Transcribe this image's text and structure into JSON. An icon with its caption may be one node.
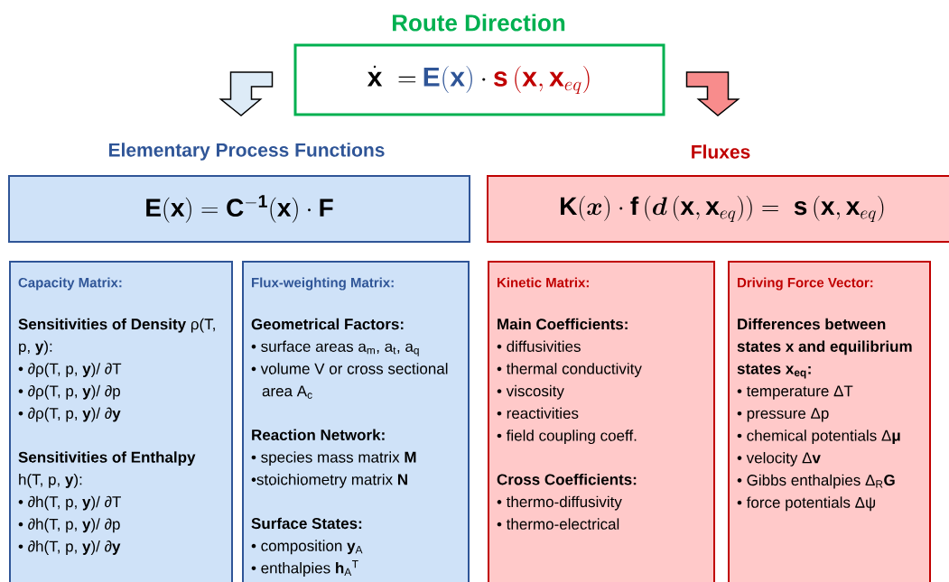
{
  "diagram": {
    "nodes": [
      {
        "text": [
          "Route Direction",
          "\\dot{\\mathbf{x}}\\;=",
          "\\mathbf{E}(\\mathbf{x})",
          "\\cdot",
          "\\mathbf{s}\\left(\\mathbf{x},\\mathbf{x}_{eq}\\right)"
        ]
      },
      {
        "text": [
          "Elementary Process Functions",
          "\\mathbf{E}(\\mathbf{x})=\\mathbf{C}^{\\mathbf{-1}}(\\mathbf{x})\\cdot\\mathbf{F}"
        ]
      },
      {
        "text": [
          "Fluxes",
          "\\mathbf{K}(\\boldsymbol{x})\\cdot\\mathbf{f}\\left(\\boldsymbol{d}\\left(\\mathbf{x},\\mathbf{x}_{eq}\\right)\\right)=\\;\\mathbf{s}\\left(\\mathbf{x},\\mathbf{x}_{eq}\\right)"
        ]
      },
      {
        "text": [
          "Capacity Matrix:",
          "**Sensitivities of Density** ρ(T, p, **y**):",
          "• ∂ρ(T, p, **y**)/ ∂T",
          "• ∂ρ(T, p, **y**)/ ∂p",
          "• ∂ρ(T, p, **y**)/ ∂**y**",
          "**Sensitivities of Enthalpy** h(T, p, **y**):",
          "• ∂h(T, p, **y**)/ ∂T",
          "• ∂h(T, p, **y**)/ ∂p",
          "• ∂h(T, p, **y**)/ ∂**y**"
        ]
      },
      {
        "text": [
          "Flux-weighting Matrix:",
          "Geometrical Factors:",
          "• surface areas a$_{m}$, a$_{t}$, a$_{q}$",
          "• volume V or cross sectional area A$_{c}$",
          "Reaction Network:",
          "• species mass matrix **M**",
          "•stoichiometry matrix **N**",
          "Surface States:",
          "• composition **y**$_{A}$",
          "• enthalpies **h**$_{A}$$^{T}$"
        ]
      },
      {
        "text": [
          "Kinetic Matrix:",
          "Main Coefficients:",
          "• diffusivities",
          "• thermal conductivity",
          "• viscosity",
          "• reactivities",
          "• field coupling coeff.",
          "Cross Coefficients:",
          "• thermo-diffusivity",
          "• thermo-electrical"
        ]
      },
      {
        "text": [
          "Driving Force Vector:",
          "Differences between states x and equilibrium states x$_{eq}$:",
          "• temperature ΔT",
          "• pressure Δp",
          "• chemical potentials Δ**μ**",
          "• velocity Δ**v**",
          "• Gibbs enthalpies Δ$_{R}$**G**",
          "• force potentials Δψ"
        ]
      }
    ],
    "edges": [
      {
        "from": 0,
        "to": 1,
        "arrow": "to",
        "color": "#ddebf7"
      },
      {
        "from": 0,
        "to": 2,
        "arrow": "to",
        "color": "#f88c8c"
      }
    ]
  }
}
